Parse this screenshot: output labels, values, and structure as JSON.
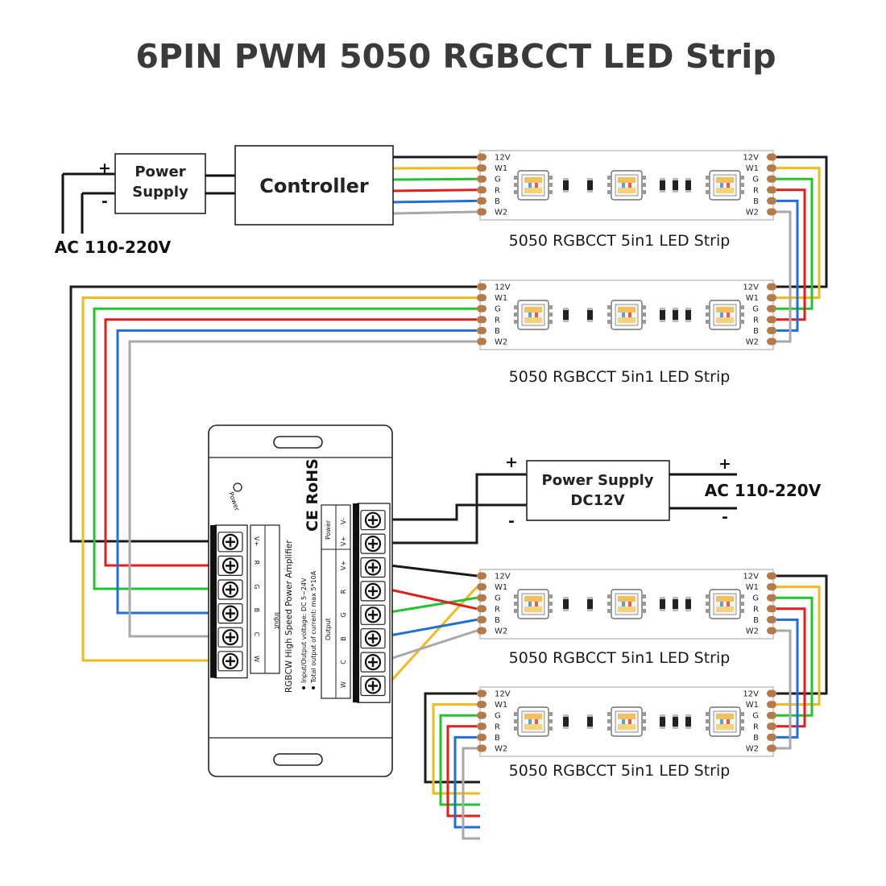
{
  "title": "6PIN PWM 5050 RGBCCT LED Strip",
  "wire_colors": {
    "v12": "#1a1a1a",
    "w1": "#f2b81c",
    "g": "#22c42e",
    "r": "#e21d1d",
    "b": "#1f6fd6",
    "w2": "#a8a8a8",
    "pad": "#b57a4a"
  },
  "power_supply": {
    "line1": "Power",
    "line2": "Supply",
    "plus": "+",
    "minus": "-"
  },
  "controller": {
    "label": "Controller"
  },
  "ac_top": {
    "label": "AC 110-220V"
  },
  "strip_pins": [
    "12V",
    "W1",
    "G",
    "R",
    "B",
    "W2"
  ],
  "strip_label": "5050 RGBCCT 5in1 LED Strip",
  "psu_dc": {
    "line1": "Power Supply",
    "line2": "DC12V",
    "plus": "+",
    "minus": "-"
  },
  "ac_right": {
    "label": "AC 110-220V",
    "plus": "+",
    "minus": "-"
  },
  "amplifier": {
    "name": "RGBCW High Speed Power Amplifier",
    "spec1": "Input/Output voltage: DC 5~24V",
    "spec2": "Total output of current: max 5*10A",
    "marks": "CE RoHS",
    "power_label": "Power",
    "input_label": "Input",
    "output_label": "Output",
    "power_section": "Power",
    "input_pins": [
      "V+",
      "R",
      "G",
      "B",
      "C",
      "W"
    ],
    "output_pins": [
      "V+",
      "R",
      "G",
      "B",
      "C",
      "W"
    ],
    "power_pins": [
      "V+",
      "V-"
    ]
  }
}
